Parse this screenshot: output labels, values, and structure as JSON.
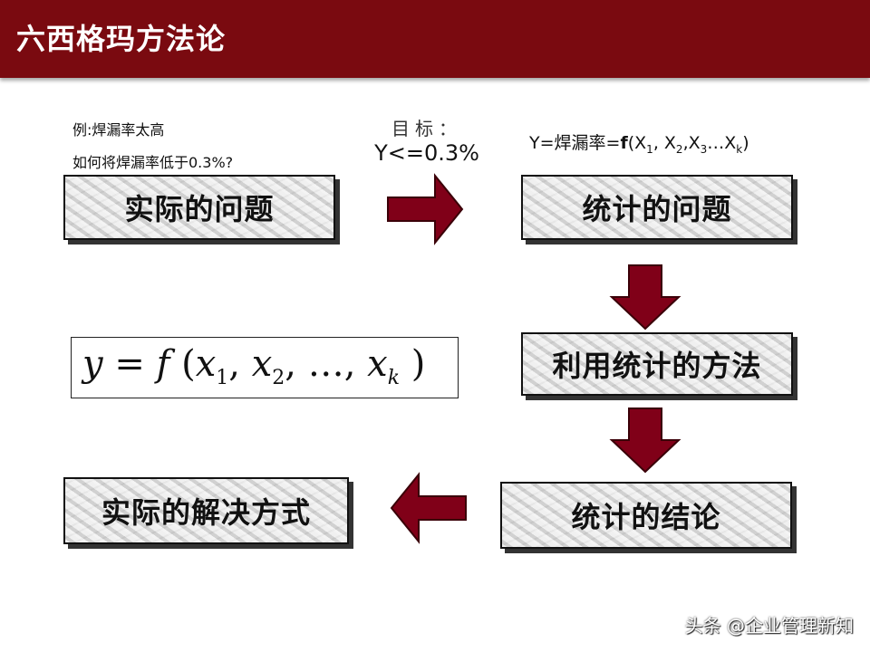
{
  "header": {
    "title": "六西格玛方法论"
  },
  "notes": {
    "example": "例:焊漏率太高",
    "question": "如何将焊漏率低于0.3%?"
  },
  "goal": {
    "label": "目标：",
    "value": "Y<=0.3%"
  },
  "stat_formula": {
    "prefix": "Y=焊漏率=",
    "f": "f",
    "open": "(X",
    "s1": "1",
    "a": ", X",
    "s2": "2",
    "b": ",X",
    "s3": "3",
    "c": "…X",
    "sk": "k",
    "close": ")"
  },
  "formula": {
    "y": "y",
    "eq": " = ",
    "f": "f",
    "open": " (",
    "x1": "x",
    "s1": "1",
    "comma1": ", ",
    "x2": "x",
    "s2": "2",
    "comma2": ", …, ",
    "xk": "x",
    "sk": "k",
    "close": " )"
  },
  "boxes": {
    "practical_problem": "实际的问题",
    "statistical_problem": "统计的问题",
    "statistical_method": "利用统计的方法",
    "statistical_conclusion": "统计的结论",
    "practical_solution": "实际的解决方式"
  },
  "watermark": "头条 @企业管理新知",
  "colors": {
    "header_bg": "#7a0a10",
    "arrow_fill": "#800018",
    "box_bg": "#e6e6e6"
  }
}
